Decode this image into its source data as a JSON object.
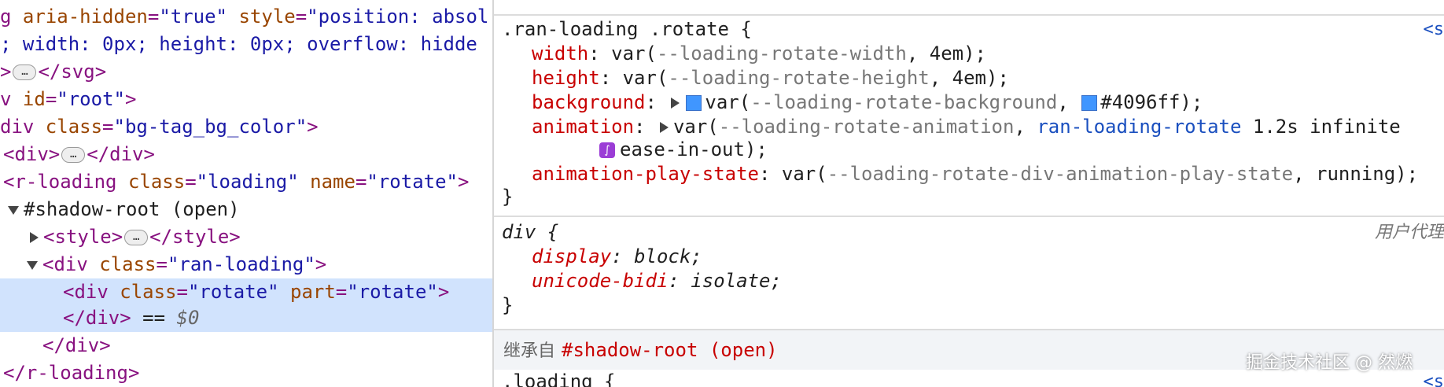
{
  "elements": {
    "lines": [
      {
        "text_a": "g ",
        "attr1": "aria-hidden",
        "eq1": "=",
        "val1": "\"true\"",
        "attr2": " style",
        "eq2": "=",
        "val2": "\"position: absol"
      },
      {
        "text": "; width: 0px; height: 0px; overflow: hidde"
      },
      {
        "open": ">",
        "ellipsis": "…",
        "close": "</svg>"
      },
      {
        "tag": "v ",
        "attr": "id",
        "eq": "=",
        "val": "\"root\"",
        "end": ">"
      },
      {
        "tag": "div ",
        "attr": "class",
        "eq": "=",
        "val": "\"bg-tag_bg_color\"",
        "end": ">"
      },
      {
        "open": "<div>",
        "ellipsis": "…",
        "close": "</div>"
      },
      {
        "tag": "<r-loading ",
        "attr1": "class",
        "eq1": "=",
        "val1": "\"loading\"",
        "attr2": " name",
        "eq2": "=",
        "val2": "\"rotate\"",
        "end": ">"
      },
      {
        "text": "#shadow-root (open)"
      },
      {
        "open": "<style>",
        "ellipsis": "…",
        "close": "</style>"
      },
      {
        "tag": "<div ",
        "attr": "class",
        "eq": "=",
        "val": "\"ran-loading\"",
        "end": ">"
      },
      {
        "tag": "<div ",
        "attr1": "class",
        "eq1": "=",
        "val1": "\"rotate\"",
        "attr2": " part",
        "eq2": "=",
        "val2": "\"rotate\"",
        "end": ">"
      },
      {
        "close": "</div>",
        "eqs": " == ",
        "dollar": "$0"
      },
      {
        "close": "</div>"
      },
      {
        "close": "</r-loading>"
      }
    ]
  },
  "styles": {
    "rule1": {
      "selector": ".ran-loading .rotate {",
      "source": "<s",
      "props": [
        {
          "name": "width",
          "before": "var(",
          "var": "--loading-rotate-width",
          "after": ", 4em);"
        },
        {
          "name": "height",
          "before": "var(",
          "var": "--loading-rotate-height",
          "after": ", 4em);"
        },
        {
          "name": "background",
          "before": "var(",
          "var": "--loading-rotate-background",
          "mid": ", ",
          "hex": "#4096ff",
          "after": ");"
        },
        {
          "name": "animation",
          "before": "var(",
          "var": "--loading-rotate-animation",
          "mid": ", ",
          "anim": "ran-loading-rotate",
          "after": " 1.2s infinite",
          "cont": "ease-in-out);"
        },
        {
          "name": "animation-play-state",
          "before": "var(",
          "var": "--loading-rotate-div-animation-play-state",
          "after": ", running);"
        }
      ],
      "close": "}"
    },
    "rule2": {
      "selector": "div {",
      "ua_label": "用户代理",
      "props": [
        {
          "name": "display",
          "value": "block;"
        },
        {
          "name": "unicode-bidi",
          "value": "isolate;"
        }
      ],
      "close": "}"
    },
    "inherited": {
      "label": "继承自",
      "root": "#shadow-root (open)"
    },
    "rule3": {
      "selector": ".loading {",
      "source": "<s"
    },
    "colors": {
      "swatch": "#4096ff",
      "easing": "#9b3dd6"
    }
  },
  "watermark": "掘金技术社区 @ 然燃"
}
